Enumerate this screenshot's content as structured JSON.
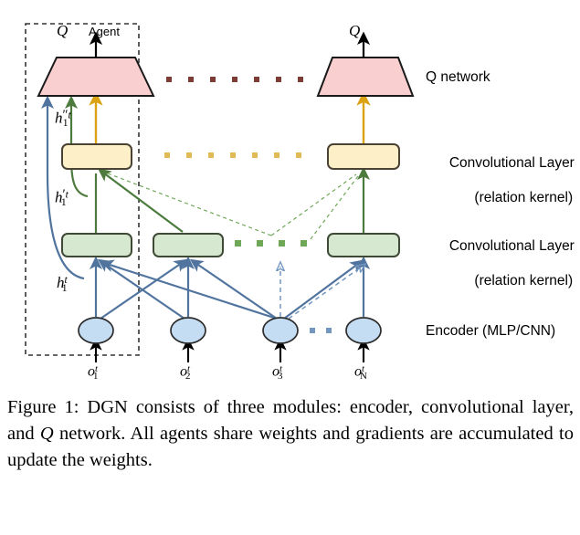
{
  "figure": {
    "caption_prefix": "Figure 1:",
    "caption_part1": " DGN consists of three modules: encoder, convolutional layer, and ",
    "caption_q": "Q",
    "caption_part2": " network. All agents share weights and gradients are accumulated to update the weights."
  },
  "agent_box": {
    "label": "Agent"
  },
  "outputs": {
    "q_left": "Q",
    "q_right": "Q"
  },
  "side_labels": {
    "q_network": "Q network",
    "conv_layer_top_line1": "Convolutional Layer",
    "conv_layer_top_line2": "(relation kernel)",
    "conv_layer_bottom_line1": "Convolutional Layer",
    "conv_layer_bottom_line2": "(relation kernel)",
    "encoder": "Encoder (MLP/CNN)"
  },
  "hidden_labels": {
    "h_double_prime": {
      "base": "h",
      "sub": "1",
      "prime": "″",
      "sup": "t"
    },
    "h_prime": {
      "base": "h",
      "sub": "1",
      "prime": "′",
      "sup": "t"
    },
    "h_plain": {
      "base": "h",
      "sub": "1",
      "prime": "",
      "sup": "t"
    }
  },
  "observations": [
    {
      "base": "o",
      "sub": "1",
      "sup": "t"
    },
    {
      "base": "o",
      "sub": "2",
      "sup": "t"
    },
    {
      "base": "o",
      "sub": "3",
      "sup": "t"
    },
    {
      "base": "o",
      "sub": "N",
      "sup": "t"
    }
  ],
  "colors": {
    "q_network_fill": "#f9cfcf",
    "q_network_stroke": "#1a1a1a",
    "conv_top_fill": "#fdf0c8",
    "conv_top_stroke": "#4a4232",
    "conv_bottom_fill": "#d6e8cf",
    "conv_bottom_stroke": "#3f4a36",
    "encoder_fill": "#c5ddf2",
    "encoder_stroke": "#2b2b2b",
    "arrow_blue": "#51749e",
    "arrow_green": "#4d7b3e",
    "arrow_orange": "#dba314",
    "arrow_black": "#000000",
    "dots_red": "#7b3d36",
    "dots_yellow": "#e0bb55",
    "dots_green": "#6fa858",
    "dots_blue": "#7296c0",
    "agent_box_stroke": "#333333"
  },
  "dot_rows": {
    "q_network_row_count": 8,
    "conv_top_row_count": 8,
    "conv_bottom_row_count": 4,
    "encoder_row_count": 3
  },
  "columns": {
    "count": 4,
    "x_positions": [
      105,
      206,
      307,
      398
    ]
  }
}
